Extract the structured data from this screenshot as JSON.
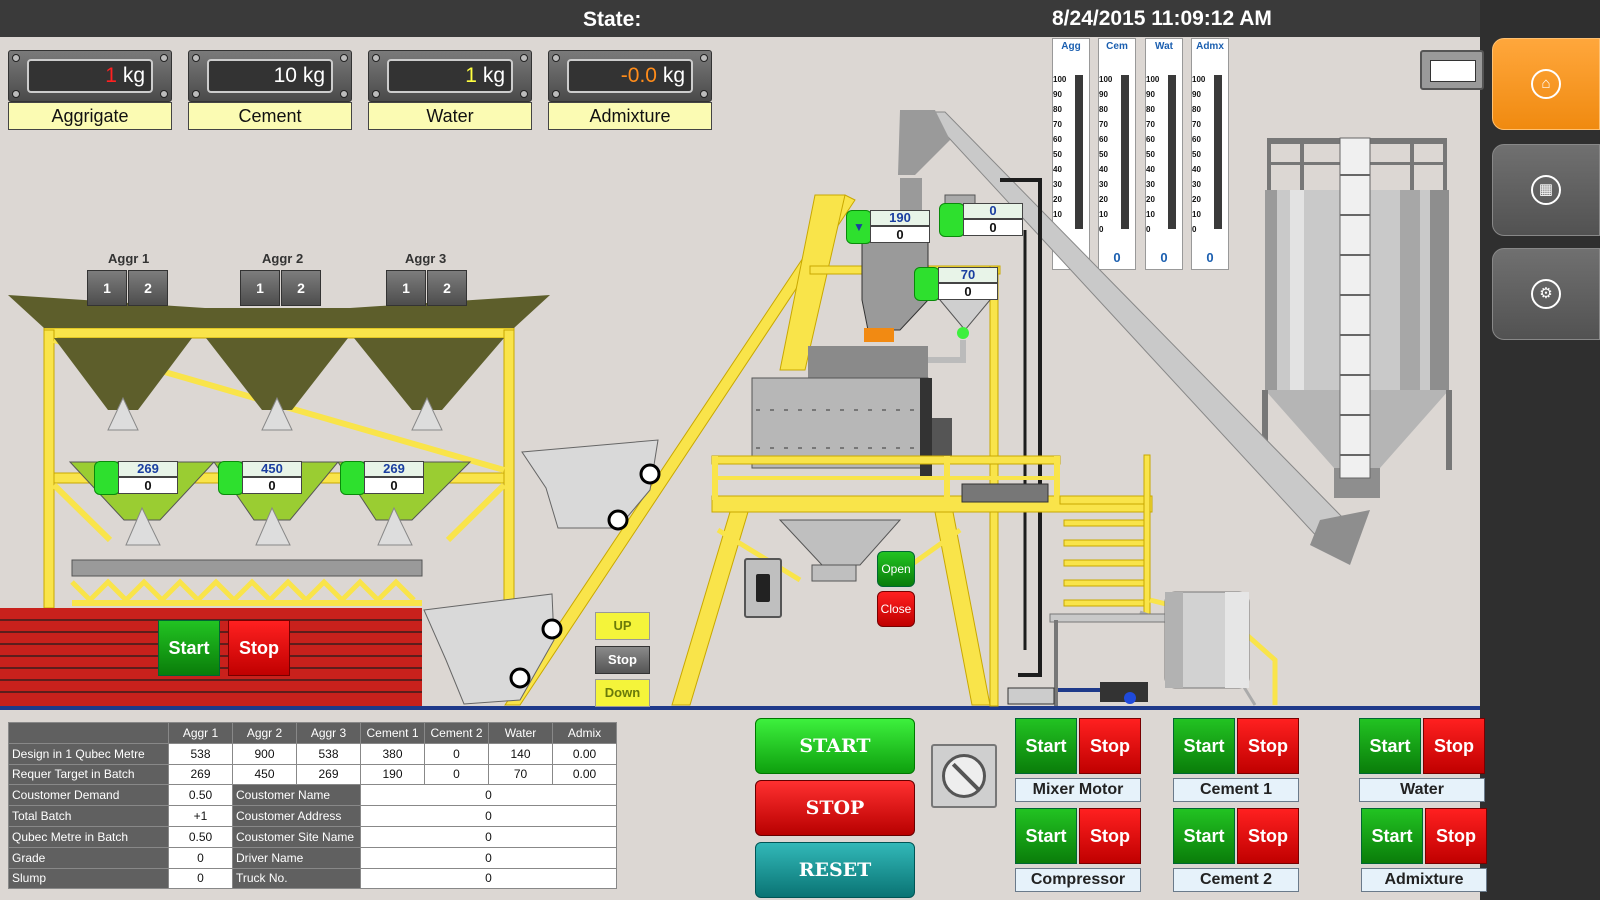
{
  "header": {
    "state_label": "State:",
    "datetime": "8/24/2015 11:09:12 AM"
  },
  "scales": [
    {
      "value": "1",
      "unit": "kg",
      "label": "Aggrigate",
      "color": "#ff2020"
    },
    {
      "value": "10",
      "unit": "kg",
      "label": "Cement",
      "color": "#ffffff"
    },
    {
      "value": "1",
      "unit": "kg",
      "label": "Water",
      "color": "#ffff40"
    },
    {
      "value": "-0.0",
      "unit": "kg",
      "label": "Admixture",
      "color": "#ff8c1a"
    }
  ],
  "gauges": [
    {
      "title": "Agg",
      "value": "0"
    },
    {
      "title": "Cem",
      "value": "0"
    },
    {
      "title": "Wat",
      "value": "0"
    },
    {
      "title": "Admx",
      "value": "0"
    }
  ],
  "gauge_ticks": [
    "100",
    "90",
    "80",
    "70",
    "60",
    "50",
    "40",
    "30",
    "20",
    "10",
    "0"
  ],
  "aggr_bins": [
    {
      "title": "Aggr 1",
      "btn1": "1",
      "btn2": "2",
      "target": "269",
      "actual": "0"
    },
    {
      "title": "Aggr 2",
      "btn1": "1",
      "btn2": "2",
      "target": "450",
      "actual": "0"
    },
    {
      "title": "Aggr 3",
      "btn1": "1",
      "btn2": "2",
      "target": "269",
      "actual": "0"
    }
  ],
  "hoppers": {
    "cement": {
      "target": "190",
      "actual": "0"
    },
    "admix": {
      "target": "0",
      "actual": "0"
    },
    "water": {
      "target": "70",
      "actual": "0"
    }
  },
  "conveyor": {
    "start": "Start",
    "stop": "Stop"
  },
  "skip": {
    "up": "UP",
    "stop": "Stop",
    "down": "Down"
  },
  "gate": {
    "open": "Open",
    "close": "Close"
  },
  "table": {
    "headers": [
      "",
      "Aggr 1",
      "Aggr 2",
      "Aggr 3",
      "Cement 1",
      "Cement 2",
      "Water",
      "Admix"
    ],
    "rows": [
      [
        "Design in 1 Qubec Metre",
        "538",
        "900",
        "538",
        "380",
        "0",
        "140",
        "0.00"
      ],
      [
        "Requer Target in Batch",
        "269",
        "450",
        "269",
        "190",
        "0",
        "70",
        "0.00"
      ]
    ],
    "info": [
      [
        "Coustomer Demand",
        "0.50",
        "Coustomer Name",
        "0"
      ],
      [
        "Total Batch",
        "+1",
        "Coustomer Address",
        "0"
      ],
      [
        "Qubec Metre in Batch",
        "0.50",
        "Coustomer Site Name",
        "0"
      ],
      [
        "Grade",
        "0",
        "Driver Name",
        "0"
      ],
      [
        "Slump",
        "0",
        "Truck No.",
        "0"
      ]
    ]
  },
  "main_controls": {
    "start": "START",
    "stop": "STOP",
    "reset": "RESET"
  },
  "motor_controls": [
    {
      "label": "Mixer Motor",
      "start": "Start",
      "stop": "Stop"
    },
    {
      "label": "Cement 1",
      "start": "Start",
      "stop": "Stop"
    },
    {
      "label": "Water",
      "start": "Start",
      "stop": "Stop"
    },
    {
      "label": "Compressor",
      "start": "Start",
      "stop": "Stop"
    },
    {
      "label": "Cement 2",
      "start": "Start",
      "stop": "Stop"
    },
    {
      "label": "Admixture",
      "start": "Start",
      "stop": "Stop"
    }
  ],
  "nav": [
    {
      "icon": "home-icon"
    },
    {
      "icon": "grid-icon"
    },
    {
      "icon": "gear-icon"
    }
  ],
  "colors": {
    "frame_yellow": "#f9e44a",
    "hopper_dark": "#5d5e2b",
    "hopper_green": "#9acd32",
    "brick": "#c8211c",
    "orange": "#f28a12"
  }
}
